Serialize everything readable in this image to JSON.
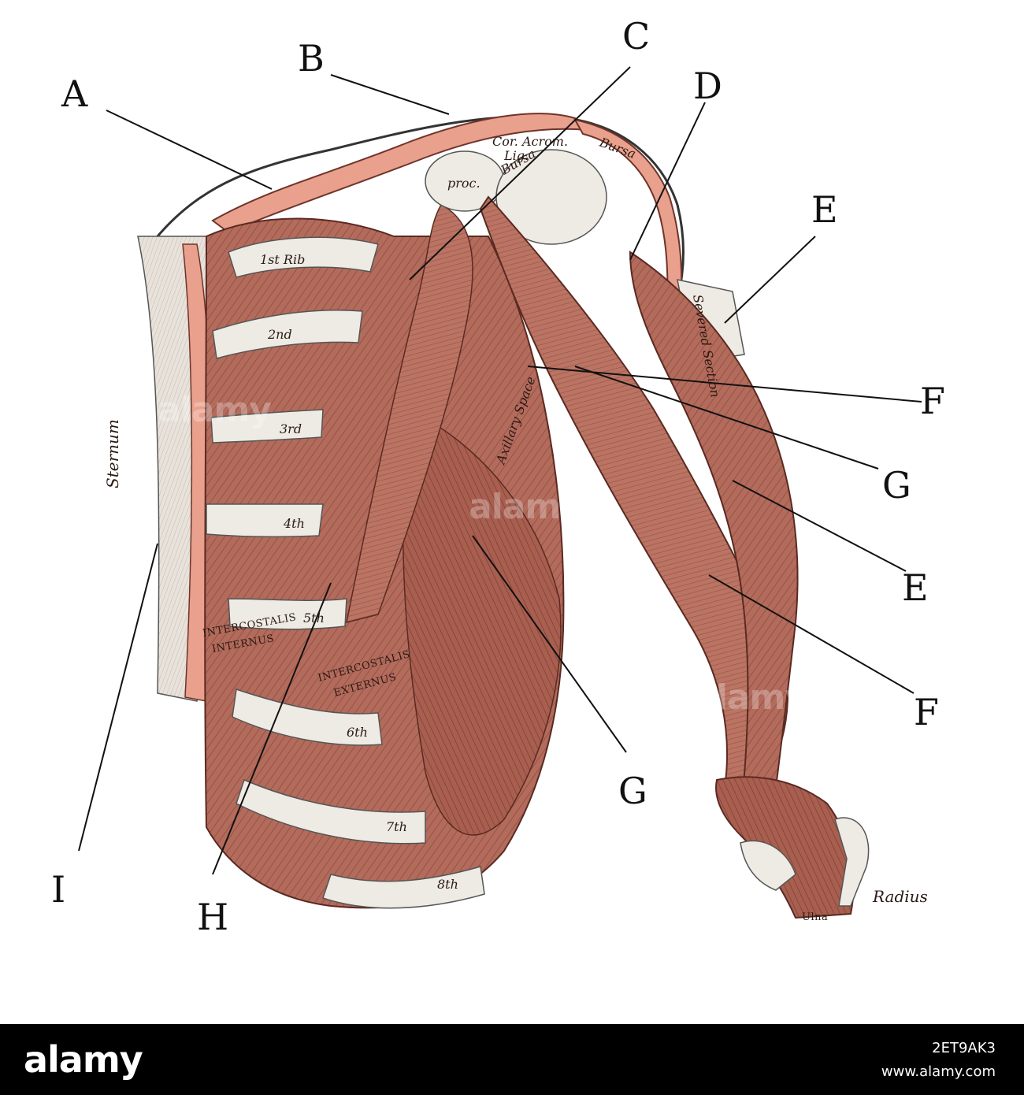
{
  "callouts": {
    "A": "A",
    "B": "B",
    "C": "C",
    "D": "D",
    "E1": "E",
    "F1": "F",
    "G1": "G",
    "E2": "E",
    "F2": "F",
    "G2": "G",
    "H": "H",
    "I": "I"
  },
  "annotations": {
    "sternum": "Sternum",
    "rib1": "1st Rib",
    "rib2": "2nd",
    "rib3": "3rd",
    "rib4": "4th",
    "rib5": "5th",
    "rib6": "6th",
    "rib7": "7th",
    "rib8": "8th",
    "coracoacromial": "Cor. Acrom.",
    "lig": "Lig.",
    "bursa1": "Bursa",
    "bursa2": "Bursa",
    "proc": "proc.",
    "severed_section": "Severed Section",
    "axillary_space": "Axillary Space",
    "intercostalis_internus_1": "INTERCOSTALIS",
    "intercostalis_internus_2": "INTERNUS",
    "intercostalis_externus_1": "INTERCOSTALIS",
    "intercostalis_externus_2": "EXTERNUS",
    "radius": "Radius",
    "ulna": "Ulna"
  },
  "footer": {
    "logo": "alamy",
    "image_id": "2ET9AK3",
    "url": "www.alamy.com"
  },
  "watermark": {
    "text": "alamy"
  },
  "colors": {
    "muscle": "#b36b5c",
    "muscle_dark": "#7a3b30",
    "muscle_light": "#d79a88",
    "cartilage": "#e9a08c",
    "bone": "#eeeae4",
    "footer_bg": "#000000"
  }
}
